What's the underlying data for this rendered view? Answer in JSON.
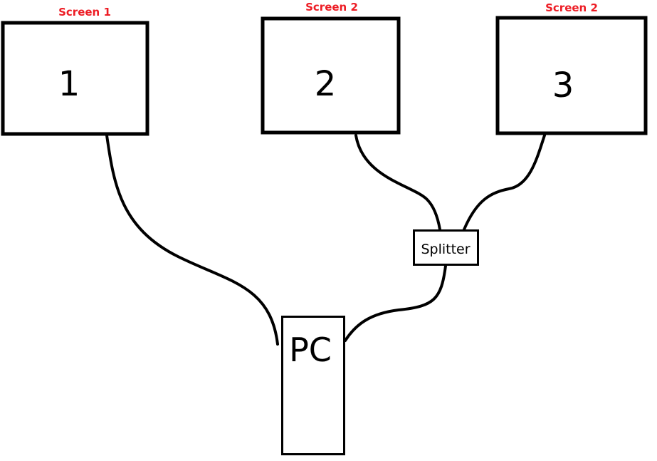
{
  "screens": [
    {
      "label": "Screen 1",
      "number": "1"
    },
    {
      "label": "Screen 2",
      "number": "2"
    },
    {
      "label": "Screen 2",
      "number": "3"
    }
  ],
  "splitter": {
    "label": "Splitter"
  },
  "pc": {
    "label": "PC"
  },
  "colors": {
    "label": "#ed1c24",
    "stroke": "#000000"
  }
}
